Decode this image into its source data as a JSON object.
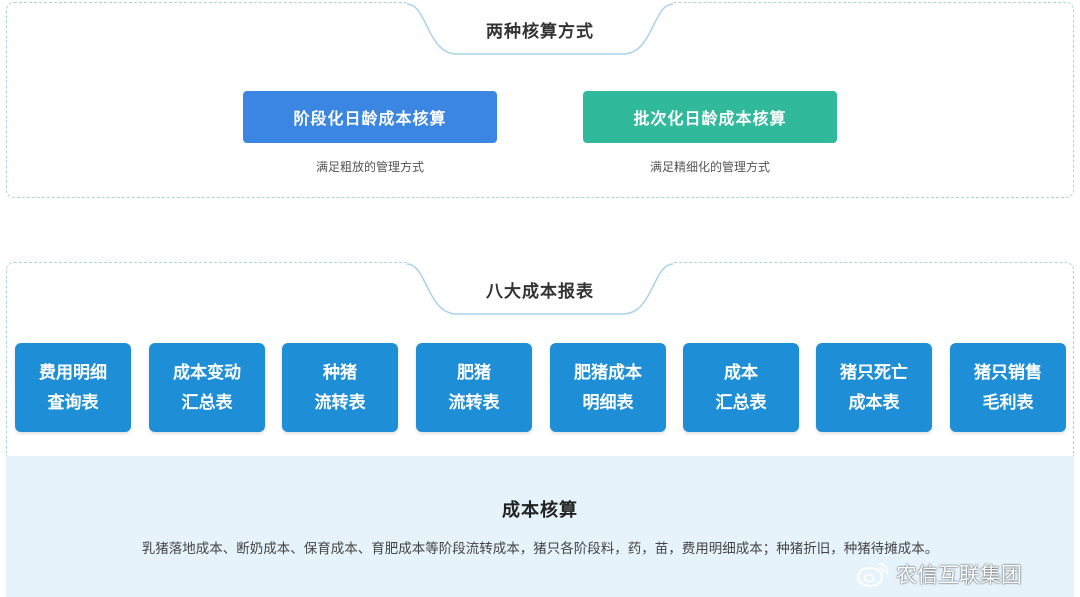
{
  "top_section": {
    "title": "两种核算方式",
    "methods": [
      {
        "label": "阶段化日龄成本核算",
        "description": "满足粗放的管理方式",
        "color": "#3a86e2"
      },
      {
        "label": "批次化日龄成本核算",
        "description": "满足精细化的管理方式",
        "color": "#31b99b"
      }
    ]
  },
  "mid_section": {
    "title": "八大成本报表",
    "reports": [
      {
        "line1": "费用明细",
        "line2": "查询表"
      },
      {
        "line1": "成本变动",
        "line2": "汇总表"
      },
      {
        "line1": "种猪",
        "line2": "流转表"
      },
      {
        "line1": "肥猪",
        "line2": "流转表"
      },
      {
        "line1": "肥猪成本",
        "line2": "明细表"
      },
      {
        "line1": "成本",
        "line2": "汇总表"
      },
      {
        "line1": "猪只死亡",
        "line2": "成本表"
      },
      {
        "line1": "猪只销售",
        "line2": "毛利表"
      }
    ],
    "report_color": "#1e8fd6"
  },
  "bottom_section": {
    "title": "成本核算",
    "description": "乳猪落地成本、断奶成本、保育成本、育肥成本等阶段流转成本，猪只各阶段料，药，苗，费用明细成本；种猪折旧，种猪待摊成本。",
    "background": "#e6f3fb"
  },
  "watermark": {
    "icon": "weibo-logo-icon",
    "text": "农信互联集团"
  }
}
